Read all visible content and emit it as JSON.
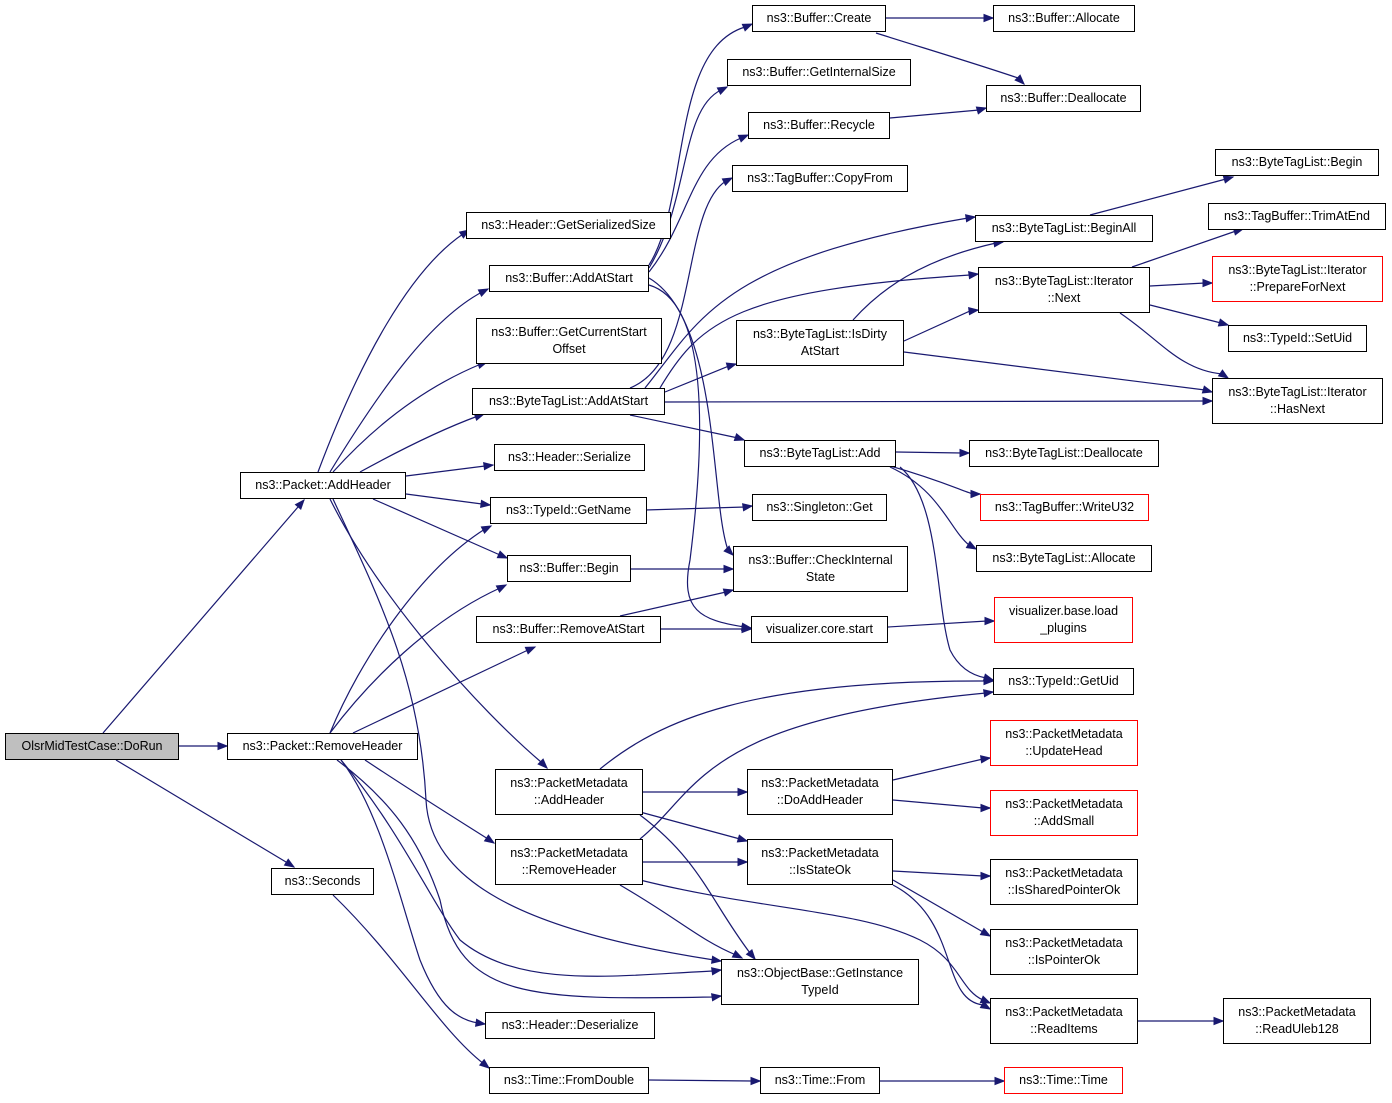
{
  "colors": {
    "edge": "#191970",
    "border": "#000000",
    "external": "#ff0000",
    "root_fill": "#bfbfbf"
  },
  "nodes": {
    "dorun": {
      "lines": [
        "OlsrMidTestCase::DoRun"
      ]
    },
    "addheader": {
      "lines": [
        "ns3::Packet::AddHeader"
      ]
    },
    "removeheader": {
      "lines": [
        "ns3::Packet::RemoveHeader"
      ]
    },
    "seconds": {
      "lines": [
        "ns3::Seconds"
      ]
    },
    "getserializedsize": {
      "lines": [
        "ns3::Header::GetSerializedSize"
      ]
    },
    "bufaddatstart": {
      "lines": [
        "ns3::Buffer::AddAtStart"
      ]
    },
    "getcurrentstartoffset": {
      "lines": [
        "ns3::Buffer::GetCurrentStart",
        "Offset"
      ]
    },
    "btladdatstart": {
      "lines": [
        "ns3::ByteTagList::AddAtStart"
      ]
    },
    "hserialize": {
      "lines": [
        "ns3::Header::Serialize"
      ]
    },
    "getname": {
      "lines": [
        "ns3::TypeId::GetName"
      ]
    },
    "bufbegin": {
      "lines": [
        "ns3::Buffer::Begin"
      ]
    },
    "removeatstart": {
      "lines": [
        "ns3::Buffer::RemoveAtStart"
      ]
    },
    "pmaddheader": {
      "lines": [
        "ns3::PacketMetadata",
        "::AddHeader"
      ]
    },
    "pmremoveheader": {
      "lines": [
        "ns3::PacketMetadata",
        "::RemoveHeader"
      ]
    },
    "hdeserialize": {
      "lines": [
        "ns3::Header::Deserialize"
      ]
    },
    "fromdouble": {
      "lines": [
        "ns3::Time::FromDouble"
      ]
    },
    "bcreate": {
      "lines": [
        "ns3::Buffer::Create"
      ]
    },
    "bgetinternalsize": {
      "lines": [
        "ns3::Buffer::GetInternalSize"
      ]
    },
    "brecycle": {
      "lines": [
        "ns3::Buffer::Recycle"
      ]
    },
    "tbcopyfrom": {
      "lines": [
        "ns3::TagBuffer::CopyFrom"
      ]
    },
    "isdirty": {
      "lines": [
        "ns3::ByteTagList::IsDirty",
        "AtStart"
      ]
    },
    "btladd": {
      "lines": [
        "ns3::ByteTagList::Add"
      ]
    },
    "sgget": {
      "lines": [
        "ns3::Singleton::Get"
      ]
    },
    "checkinternal": {
      "lines": [
        "ns3::Buffer::CheckInternal",
        "State"
      ]
    },
    "vcstart": {
      "lines": [
        "visualizer.core.start"
      ]
    },
    "pmdoaddheader": {
      "lines": [
        "ns3::PacketMetadata",
        "::DoAddHeader"
      ]
    },
    "pmisstateok": {
      "lines": [
        "ns3::PacketMetadata",
        "::IsStateOk"
      ]
    },
    "getinstancetypeid": {
      "lines": [
        "ns3::ObjectBase::GetInstance",
        "TypeId"
      ]
    },
    "timefrom": {
      "lines": [
        "ns3::Time::From"
      ]
    },
    "ballocate": {
      "lines": [
        "ns3::Buffer::Allocate"
      ]
    },
    "bdeallocate": {
      "lines": [
        "ns3::Buffer::Deallocate"
      ]
    },
    "btlbeginall": {
      "lines": [
        "ns3::ByteTagList::BeginAll"
      ]
    },
    "itnext": {
      "lines": [
        "ns3::ByteTagList::Iterator",
        "::Next"
      ]
    },
    "btldeallocate": {
      "lines": [
        "ns3::ByteTagList::Deallocate"
      ]
    },
    "tbwriteu32": {
      "lines": [
        "ns3::TagBuffer::WriteU32"
      ]
    },
    "btlallocate": {
      "lines": [
        "ns3::ByteTagList::Allocate"
      ]
    },
    "vbload": {
      "lines": [
        "visualizer.base.load",
        "_plugins"
      ]
    },
    "getuid": {
      "lines": [
        "ns3::TypeId::GetUid"
      ]
    },
    "pmupdatehead": {
      "lines": [
        "ns3::PacketMetadata",
        "::UpdateHead"
      ]
    },
    "pmaddsmall": {
      "lines": [
        "ns3::PacketMetadata",
        "::AddSmall"
      ]
    },
    "pmissharedptr": {
      "lines": [
        "ns3::PacketMetadata",
        "::IsSharedPointerOk"
      ]
    },
    "pmisptr": {
      "lines": [
        "ns3::PacketMetadata",
        "::IsPointerOk"
      ]
    },
    "pmreaditems": {
      "lines": [
        "ns3::PacketMetadata",
        "::ReadItems"
      ]
    },
    "timetime": {
      "lines": [
        "ns3::Time::Time"
      ]
    },
    "btlbegin": {
      "lines": [
        "ns3::ByteTagList::Begin"
      ]
    },
    "tbtrimatend": {
      "lines": [
        "ns3::TagBuffer::TrimAtEnd"
      ]
    },
    "itprepare": {
      "lines": [
        "ns3::ByteTagList::Iterator",
        "::PrepareForNext"
      ]
    },
    "tidsetuid": {
      "lines": [
        "ns3::TypeId::SetUid"
      ]
    },
    "ithasnext": {
      "lines": [
        "ns3::ByteTagList::Iterator",
        "::HasNext"
      ]
    },
    "pmreaduleb": {
      "lines": [
        "ns3::PacketMetadata",
        "::ReadUleb128"
      ]
    }
  }
}
